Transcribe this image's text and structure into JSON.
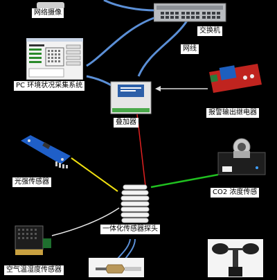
{
  "labels": {
    "network_camera": "网络摄像",
    "switch": "交换机",
    "cable": "网线",
    "pc_system": "PC 环境状况采集系统",
    "alarm_relay": "报警输出继电器",
    "superimposer": "叠加器",
    "light_sensor": "光强传感器",
    "co2_sensor": "CO2 浓度传感",
    "integrated_probe": "一体化传感器探头",
    "air_temp_humidity": "空气温湿度传感器"
  },
  "colors": {
    "background": "#000000",
    "network_cable": "#5b8fd6",
    "red_wire": "#e02020",
    "yellow_wire": "#f0e010",
    "green_wire": "#20c020",
    "white_wire": "#e8e8e8"
  }
}
